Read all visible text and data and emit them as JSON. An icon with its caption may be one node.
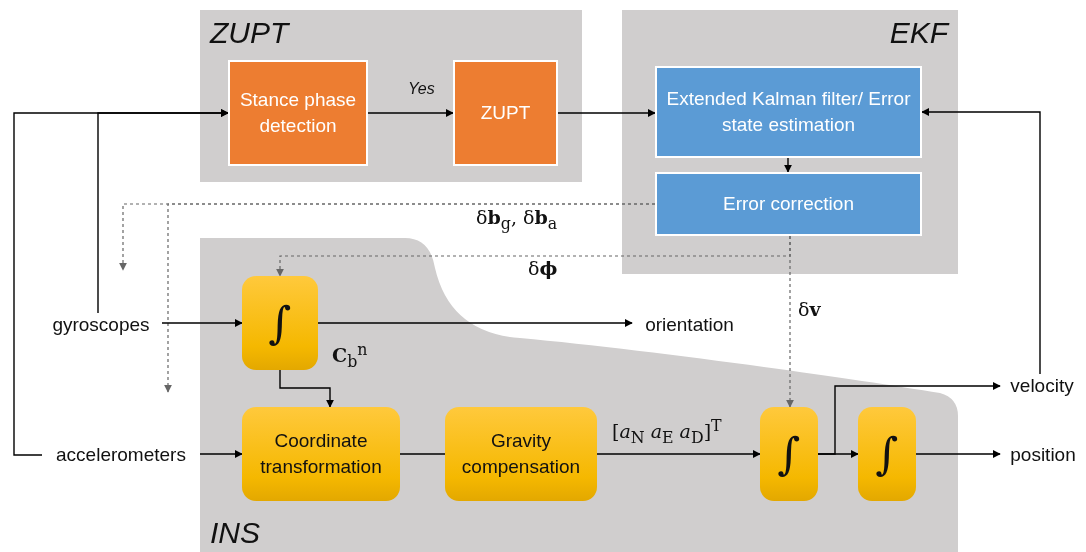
{
  "diagram": {
    "nodes": [
      {
        "text": [
          "ZUPT"
        ]
      },
      {
        "text": [
          "Stance phase detection"
        ],
        "in": 0
      },
      {
        "text": [
          "ZUPT"
        ],
        "in": 0
      },
      {
        "text": [
          "EKF"
        ]
      },
      {
        "text": [
          "Extended Kalman filter/ Error state estimation"
        ],
        "in": 3
      },
      {
        "text": [
          "Error correction"
        ],
        "in": 3
      },
      {
        "text": [
          "INS"
        ]
      },
      {
        "text": [
          "∫"
        ],
        "in": 6
      },
      {
        "text": [
          "Coordinate transformation"
        ],
        "in": 6
      },
      {
        "text": [
          "Gravity compensation"
        ],
        "in": 6
      },
      {
        "text": [
          "∫"
        ],
        "in": 6
      },
      {
        "text": [
          "∫"
        ],
        "in": 6
      },
      {
        "text": [
          "gyroscopes"
        ]
      },
      {
        "text": [
          "accelerometers"
        ]
      },
      {
        "text": [
          "orientation"
        ]
      },
      {
        "text": [
          "velocity"
        ]
      },
      {
        "text": [
          "position"
        ]
      }
    ],
    "edges": [
      {
        "from": 13,
        "to": 1,
        "arrow": "to"
      },
      {
        "from": 12,
        "to": 1,
        "arrow": "to"
      },
      {
        "from": 1,
        "to": 2,
        "arrow": "to",
        "label": "Yes"
      },
      {
        "from": 2,
        "to": 4,
        "arrow": "to"
      },
      {
        "from": 4,
        "to": 5,
        "arrow": "to"
      },
      {
        "from": 15,
        "to": 4,
        "arrow": "to"
      },
      {
        "from": 5,
        "to": null,
        "arrow": "to",
        "style": "dashed",
        "color": "#666666"
      },
      {
        "from": 5,
        "to": null,
        "arrow": "to",
        "style": "dashed",
        "color": "#666666",
        "label": "δ**b**$_{g}$, δ**b**$_{a}$"
      },
      {
        "from": 5,
        "to": 7,
        "arrow": "to",
        "style": "dashed",
        "color": "#666666",
        "label": "δ**ϕ**"
      },
      {
        "from": 5,
        "to": 10,
        "arrow": "to",
        "style": "dashed",
        "color": "#666666",
        "label": "δ**v**"
      },
      {
        "from": 12,
        "to": 7,
        "arrow": "to"
      },
      {
        "from": 7,
        "to": 14,
        "arrow": "to"
      },
      {
        "from": 7,
        "to": 8,
        "arrow": "to",
        "label": "**C**$_{b}$$^{n}$"
      },
      {
        "from": 13,
        "to": 8,
        "arrow": "to"
      },
      {
        "from": 8,
        "to": 9,
        "arrow": "none"
      },
      {
        "from": 9,
        "to": 10,
        "arrow": "to",
        "label": "[*a*$_{N}$ *a*$_{E}$ *a*$_{D}$]$^{T}$"
      },
      {
        "from": 10,
        "to": 11,
        "arrow": "to"
      },
      {
        "from": 10,
        "to": 15,
        "arrow": "to"
      },
      {
        "from": 11,
        "to": 16,
        "arrow": "to"
      }
    ]
  }
}
